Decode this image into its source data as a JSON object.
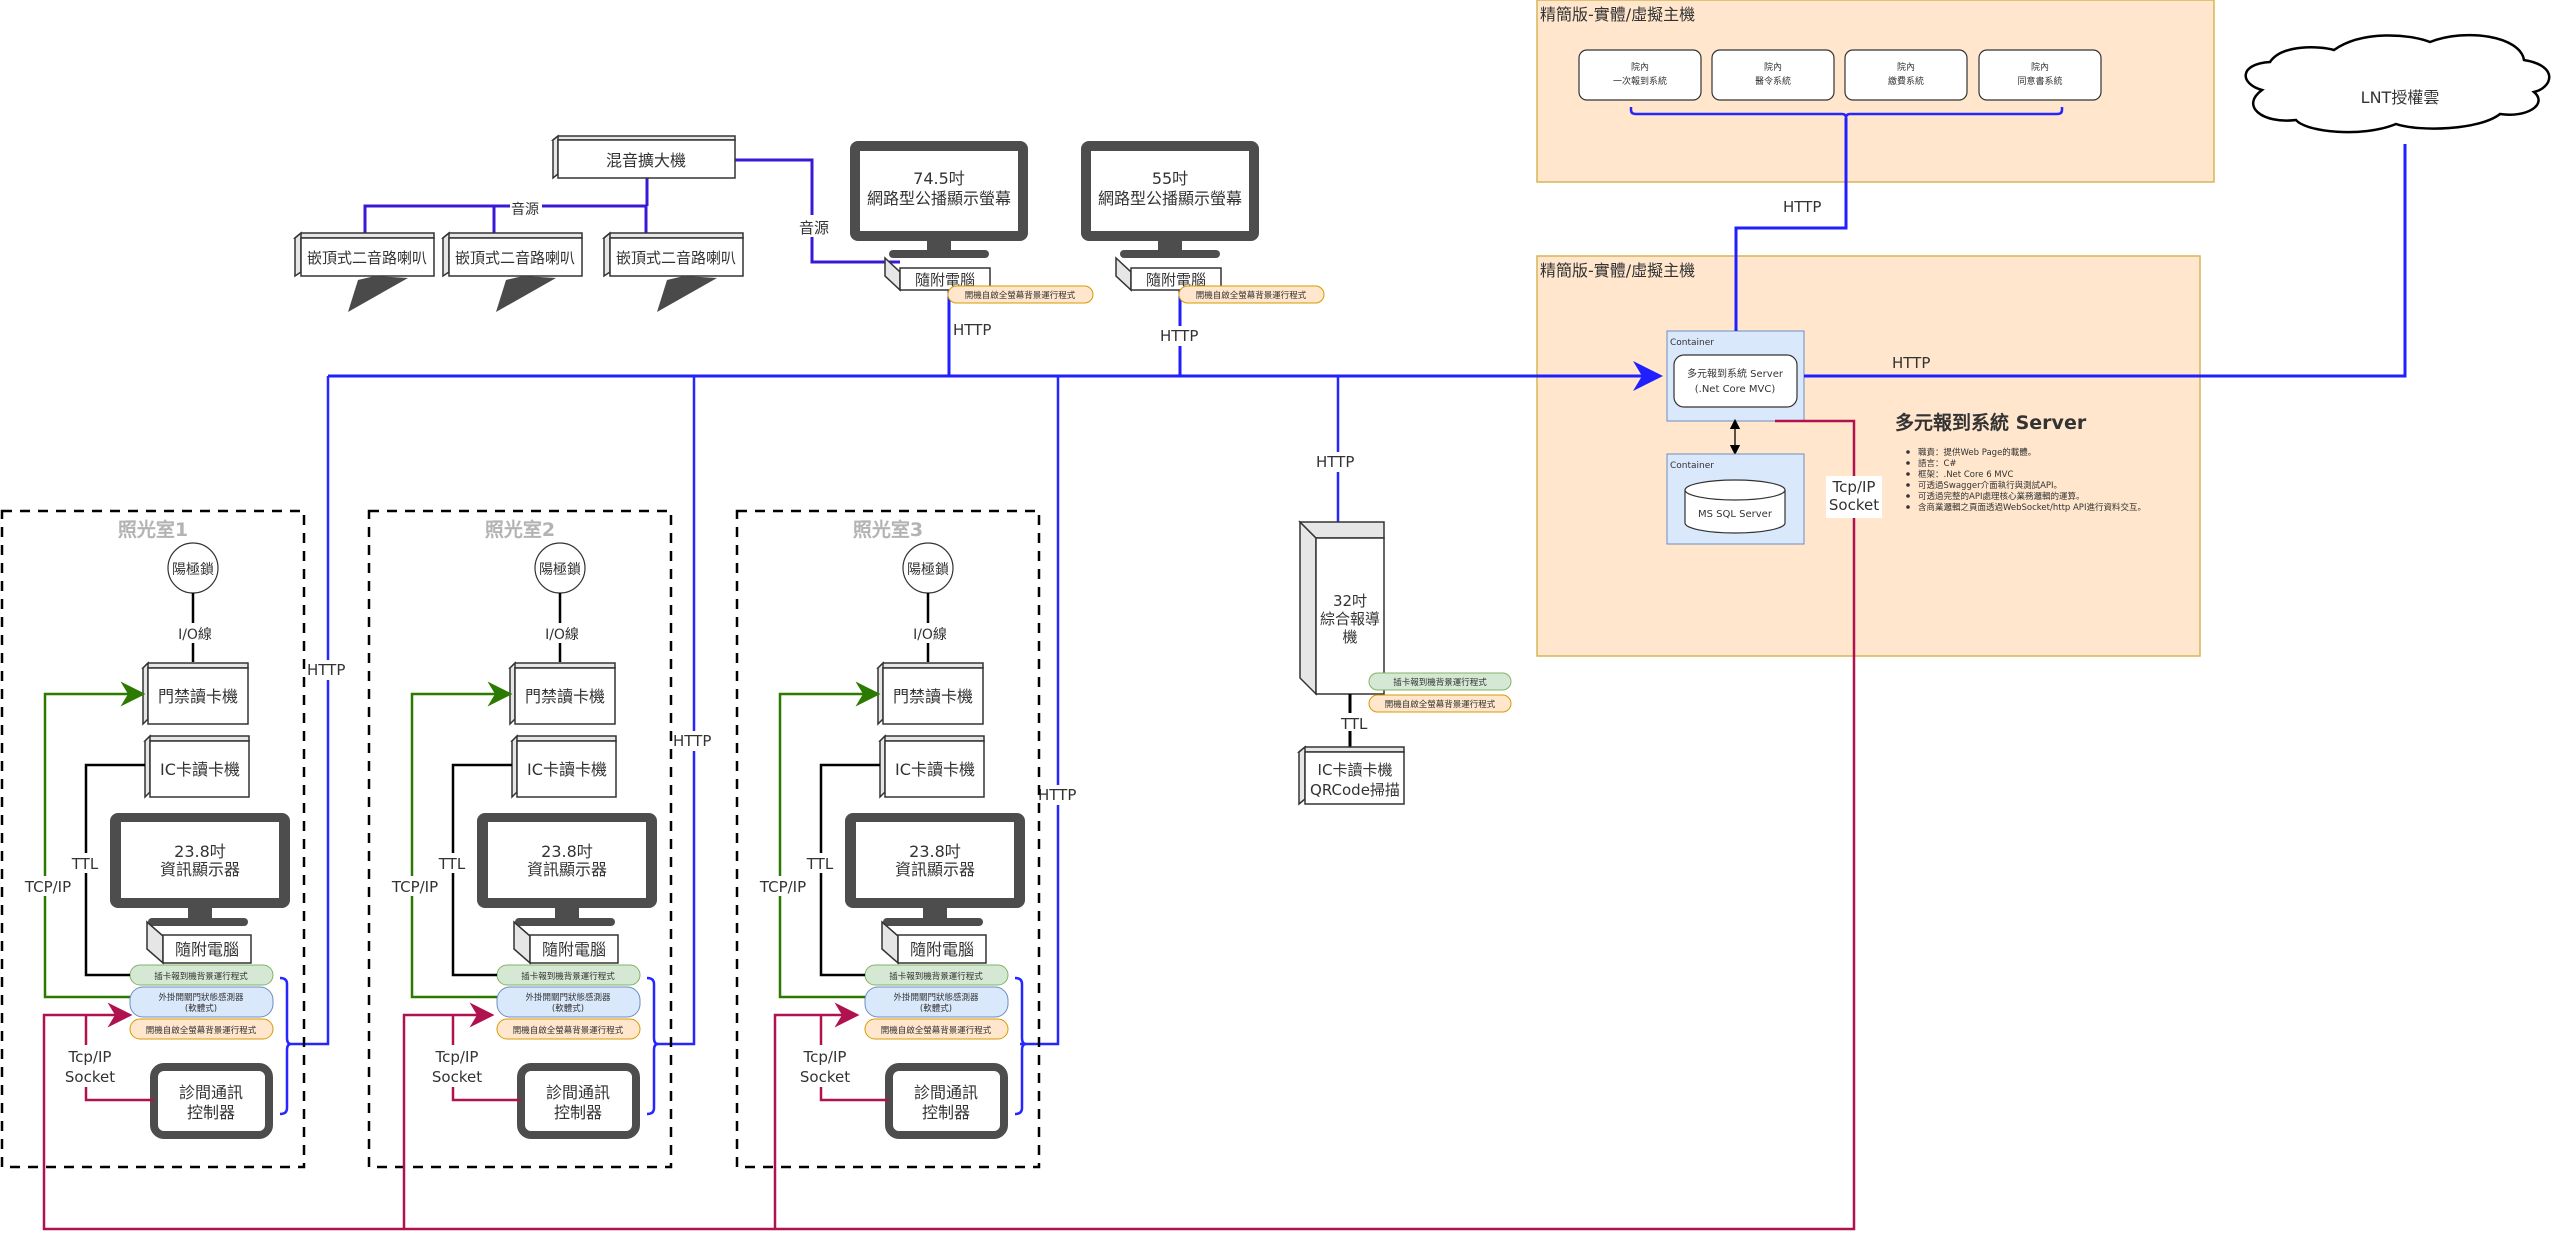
{
  "hosts": {
    "top": {
      "title": "精簡版-實體/虛擬主機",
      "systems": [
        {
          "line1": "院內",
          "line2": "一次報到系統"
        },
        {
          "line1": "院內",
          "line2": "醫令系統"
        },
        {
          "line1": "院內",
          "line2": "繳費系統"
        },
        {
          "line1": "院內",
          "line2": "同意書系統"
        }
      ]
    },
    "bottom": {
      "title": "精簡版-實體/虛擬主機",
      "server_container_label": "Container",
      "server_line1": "多元報到系統 Server",
      "server_line2": "(.Net Core MVC)",
      "db_container_label": "Container",
      "db_label": "MS SQL Server",
      "desc_title": "多元報到系統 Server",
      "desc_items": [
        "職責：提供Web Page的載體。",
        "語言：C#",
        "框架：.Net Core 6 MVC",
        "可透過Swagger介面執行與測試API。",
        "可透過完整的API處理核心業務邏輯的運算。",
        "含商業邏輯之頁面透過WebSocket/http API進行資料交互。"
      ]
    }
  },
  "cloud": {
    "label": "LNT授權雲"
  },
  "audio": {
    "mixer": "混音擴大機",
    "speakers": [
      "嵌頂式二音路喇叭",
      "嵌頂式二音路喇叭",
      "嵌頂式二音路喇叭"
    ],
    "label_source": "音源"
  },
  "signage": [
    {
      "size": "74.5吋",
      "name": "網路型公播顯示螢幕",
      "pc": "隨附電腦",
      "app": "開機自啟全螢幕背景運行程式"
    },
    {
      "size": "55吋",
      "name": "網路型公播顯示螢幕",
      "pc": "隨附電腦",
      "app": "開機自啟全螢幕背景運行程式"
    }
  ],
  "kiosk": {
    "size": "32吋",
    "name_line1": "綜合報導",
    "name_line2": "機",
    "app_checkin": "插卡報到機背景運行程式",
    "app_fullscreen": "開機自啟全螢幕背景運行程式",
    "reader_line1": "IC卡讀卡機",
    "reader_line2": "QRCode掃描"
  },
  "rooms": [
    {
      "title": "照光室1"
    },
    {
      "title": "照光室2"
    },
    {
      "title": "照光室3"
    }
  ],
  "room_common": {
    "lock": "陽極鎖",
    "io_label": "I/O線",
    "access_reader": "門禁讀卡機",
    "ic_reader": "IC卡讀卡機",
    "monitor_size": "23.8吋",
    "monitor_name": "資訊顯示器",
    "pc": "隨附電腦",
    "app_checkin": "插卡報到機背景運行程式",
    "app_sensor_line1": "外掛開關門狀態感測器",
    "app_sensor_line2": "(軟體式)",
    "app_fullscreen": "開機自啟全螢幕背景運行程式",
    "controller_line1": "診間通訊",
    "controller_line2": "控制器",
    "label_ttl": "TTL",
    "label_tcpip": "TCP/IP",
    "label_socket_1": "Tcp/IP",
    "label_socket_2": "Socket"
  },
  "edge_labels": {
    "http": "HTTP",
    "ttl": "TTL",
    "socket_1": "Tcp/IP",
    "socket_2": "Socket"
  },
  "colors": {
    "http_line": "#1f1fff",
    "audio_line": "#3b18d6",
    "tcpip_line": "#2d7a00",
    "socket_line": "#b0124f",
    "host_fill": "#ffe6cc",
    "host_border": "#d6b656",
    "container_fill": "#dae8fc",
    "app_green": "#d5e8d4",
    "app_blue": "#dae8fc",
    "app_orange": "#ffe6cc"
  }
}
